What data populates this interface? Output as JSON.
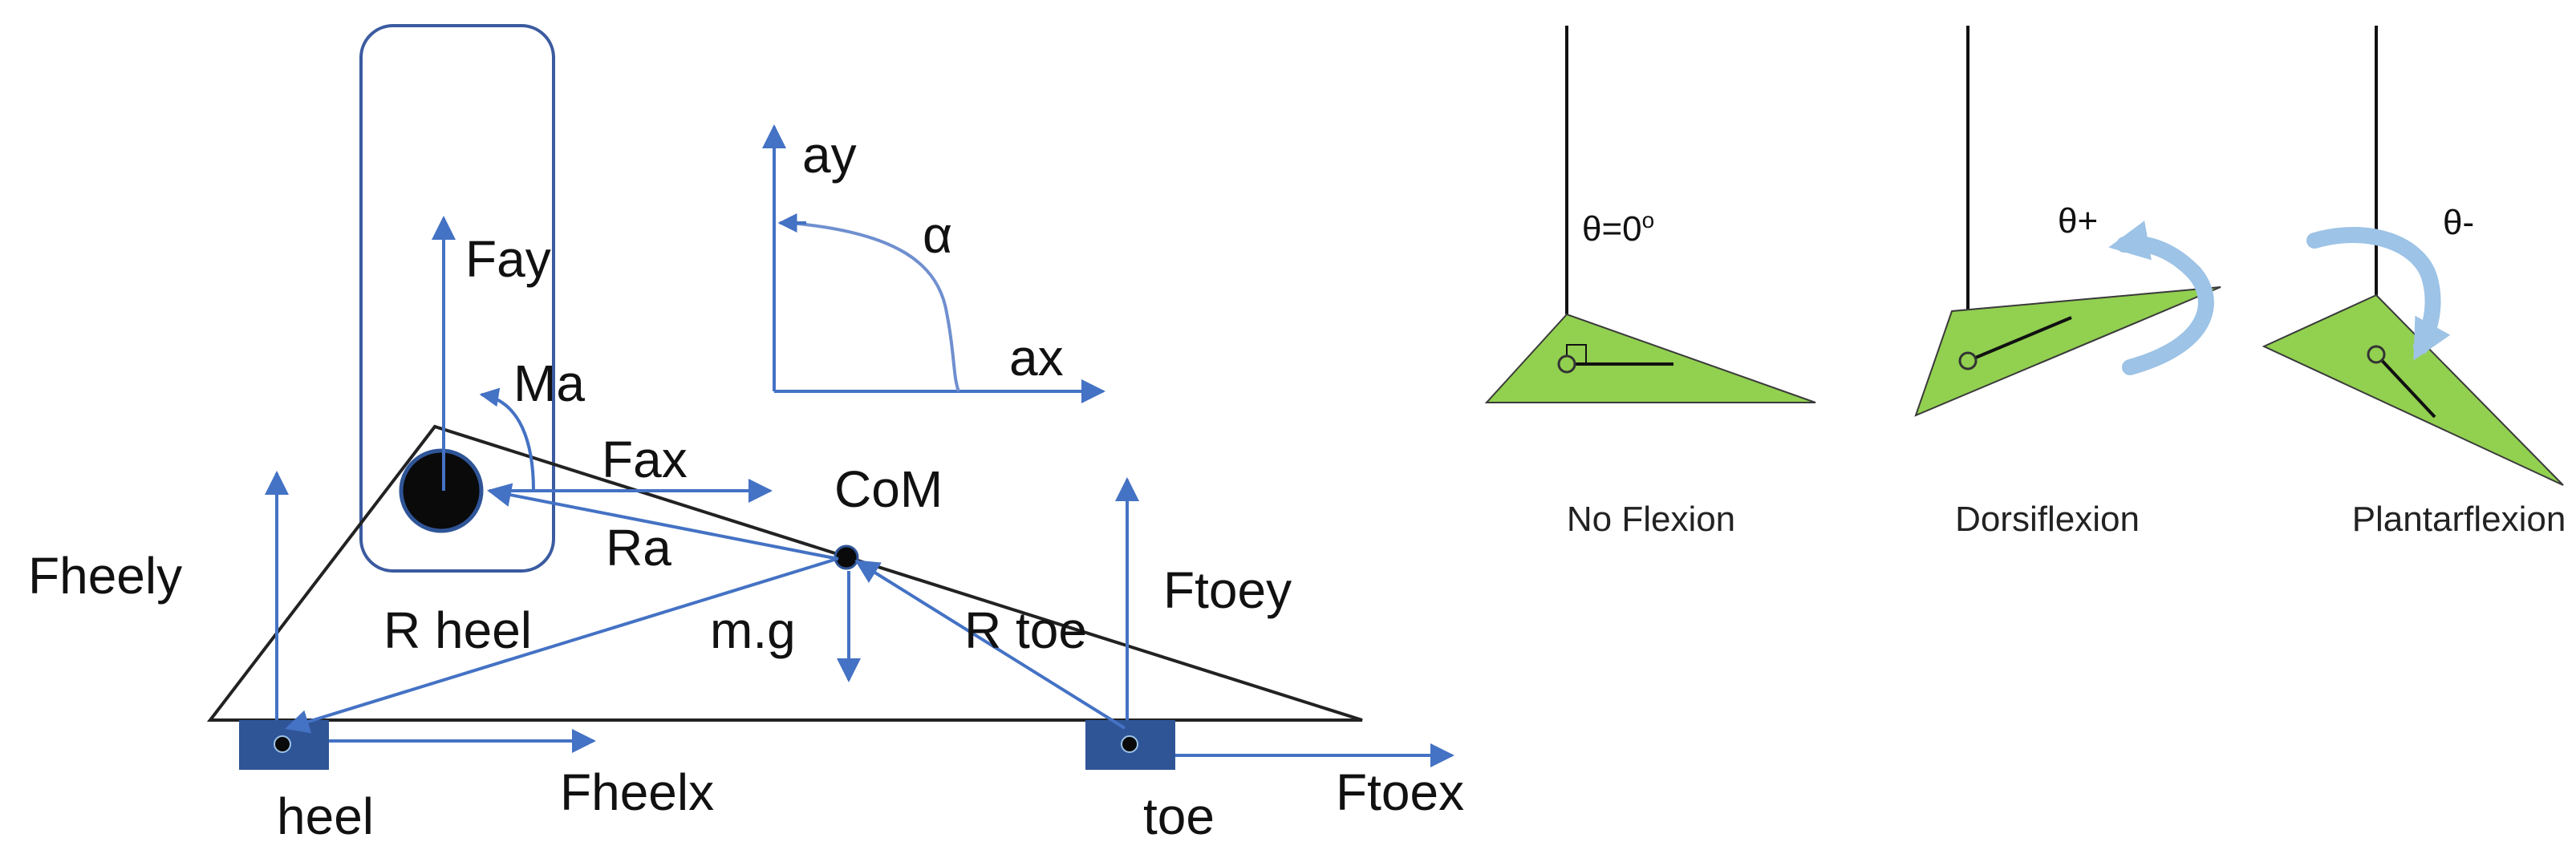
{
  "free_body_diagram": {
    "axes": {
      "y_label": "ay",
      "x_label": "ax",
      "angle_label": "α"
    },
    "forces": {
      "fay": "Fay",
      "ma": "Ma",
      "fax": "Fax",
      "ra": "Ra",
      "com": "CoM",
      "fheely": "Fheely",
      "r_heel": "R heel",
      "mg": "m.g",
      "r_toe": "R toe",
      "ftoey": "Ftoey",
      "fheelx": "Fheelx",
      "ftoex": "Ftoex"
    },
    "contacts": {
      "heel": "heel",
      "toe": "toe"
    }
  },
  "flexion_panels": [
    {
      "caption": "No Flexion",
      "angle_label": "θ=0",
      "degree_mark": "o"
    },
    {
      "caption": "Dorsiflexion",
      "angle_label": "θ+"
    },
    {
      "caption": "Plantarflexion",
      "angle_label": "θ-"
    }
  ],
  "colors": {
    "arrow_blue": "#4472C4",
    "foot_green": "#92D050",
    "box_blue": "#2F5597",
    "curved_arrow": "#9DC3E6"
  }
}
